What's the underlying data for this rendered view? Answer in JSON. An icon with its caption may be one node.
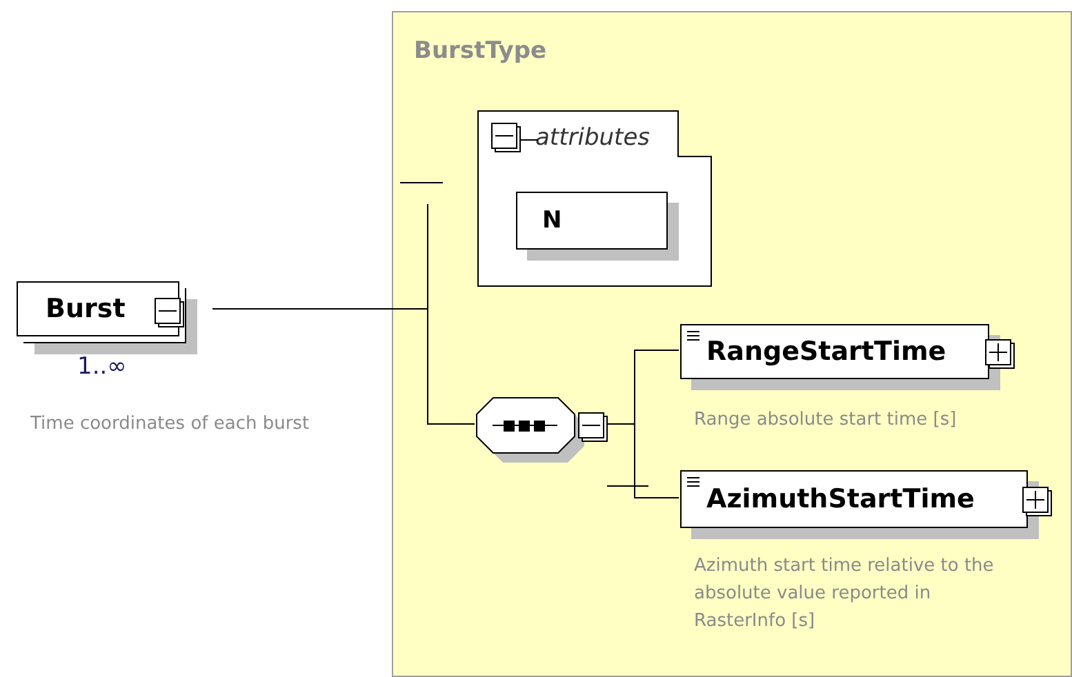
{
  "diagram": {
    "nodes": [
      {
        "text": [
          "Burst"
        ],
        "beside": [
          "1..∞",
          "Time coordinates of each burst"
        ]
      },
      {
        "text": [
          "BurstType"
        ]
      },
      {
        "text": [
          "attributes"
        ],
        "in": 1
      },
      {
        "text": [
          "N"
        ],
        "in": 2
      },
      {
        "text": [],
        "shape": "octagon",
        "in": 1
      },
      {
        "text": [
          "RangeStartTime"
        ],
        "in": 1,
        "beside": [
          "Range absolute start time [s]"
        ]
      },
      {
        "text": [
          "AzimuthStartTime"
        ],
        "in": 1,
        "beside": [
          "Azimuth start time relative to the absolute value reported in RasterInfo [s]"
        ]
      }
    ],
    "edges": [
      {
        "from": 0,
        "to": 4,
        "arrow": "none"
      },
      {
        "from": 4,
        "to": 5,
        "arrow": "none"
      },
      {
        "from": 4,
        "to": 6,
        "arrow": "none"
      }
    ]
  }
}
